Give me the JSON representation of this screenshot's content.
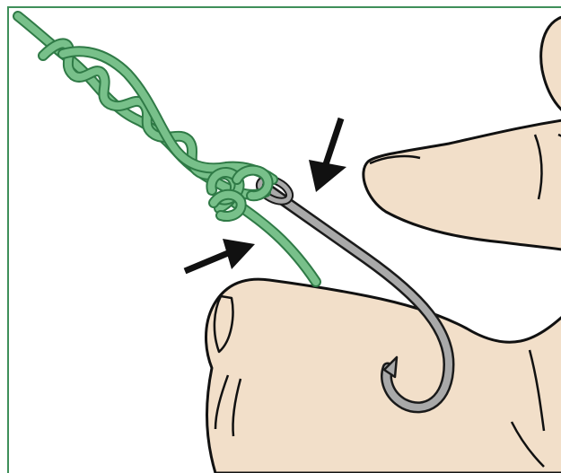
{
  "illustration": {
    "subject": "fishing-knot-tying-diagram",
    "colors": {
      "line": "#78c08a",
      "line_dark": "#2f7a46",
      "skin": "#f2dfc9",
      "skin_outline": "#111111",
      "hook": "#a9a9a9",
      "hook_outline": "#1a1a1a",
      "frame_border": "#3f8f5a",
      "arrow": "#111111",
      "background": "#ffffff"
    },
    "icons": {
      "arrow_top": "arrow-pointing-down-left",
      "arrow_left": "arrow-pointing-up-right"
    }
  }
}
